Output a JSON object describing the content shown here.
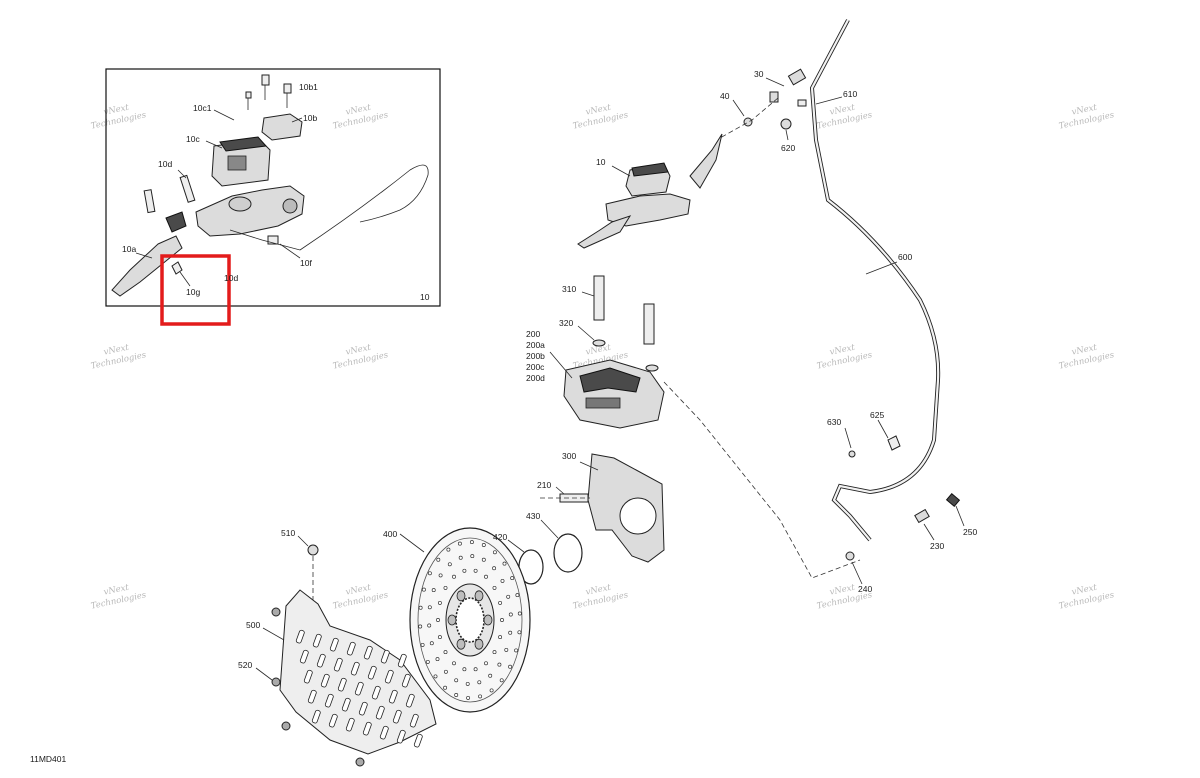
{
  "diagram": {
    "code": "11MD401",
    "inset_number": "10",
    "watermark": {
      "line1": "vNext",
      "line2": "Technologies"
    },
    "highlight_color": "#e31b1b",
    "inset_labels": [
      "10b1",
      "10c1",
      "10b",
      "10c",
      "10d",
      "10a",
      "10d",
      "10f",
      "10g"
    ],
    "part_labels": [
      "30",
      "40",
      "610",
      "620",
      "10",
      "600",
      "310",
      "320",
      "200",
      "200a",
      "200b",
      "200c",
      "200d",
      "630",
      "625",
      "300",
      "210",
      "430",
      "420",
      "400",
      "510",
      "500",
      "520",
      "230",
      "250",
      "240"
    ]
  }
}
